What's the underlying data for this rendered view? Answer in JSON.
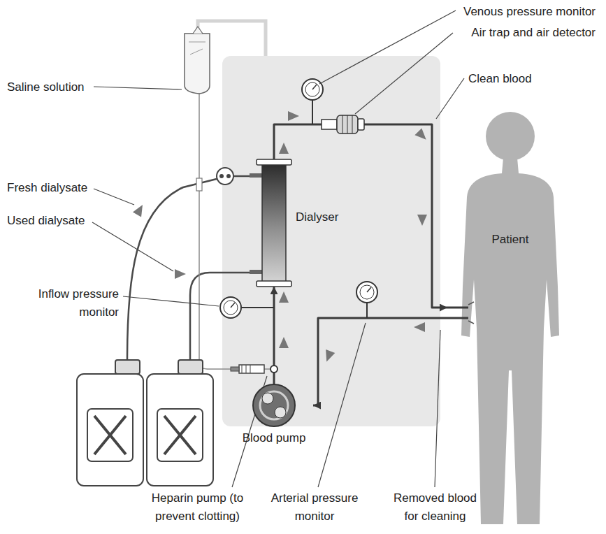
{
  "diagram": {
    "nodes": [
      {
        "text": [
          "Dialyser"
        ]
      },
      {
        "text": [
          "Patient"
        ]
      },
      {
        "text": [
          "Blood pump"
        ]
      }
    ],
    "edges": [
      {
        "from": 1,
        "to": 2,
        "arrow": "to"
      },
      {
        "from": 2,
        "to": 0,
        "arrow": "to"
      },
      {
        "from": 0,
        "to": 1,
        "arrow": "to"
      }
    ],
    "labels": [
      "Venous pressure monitor",
      "Air trap and air detector",
      "Clean blood",
      "Saline solution",
      "Fresh dialysate",
      "Used dialysate",
      "Inflow pressure monitor",
      "Heparin pump (to prevent clotting)",
      "Arterial pressure monitor",
      "Removed blood for cleaning"
    ]
  }
}
